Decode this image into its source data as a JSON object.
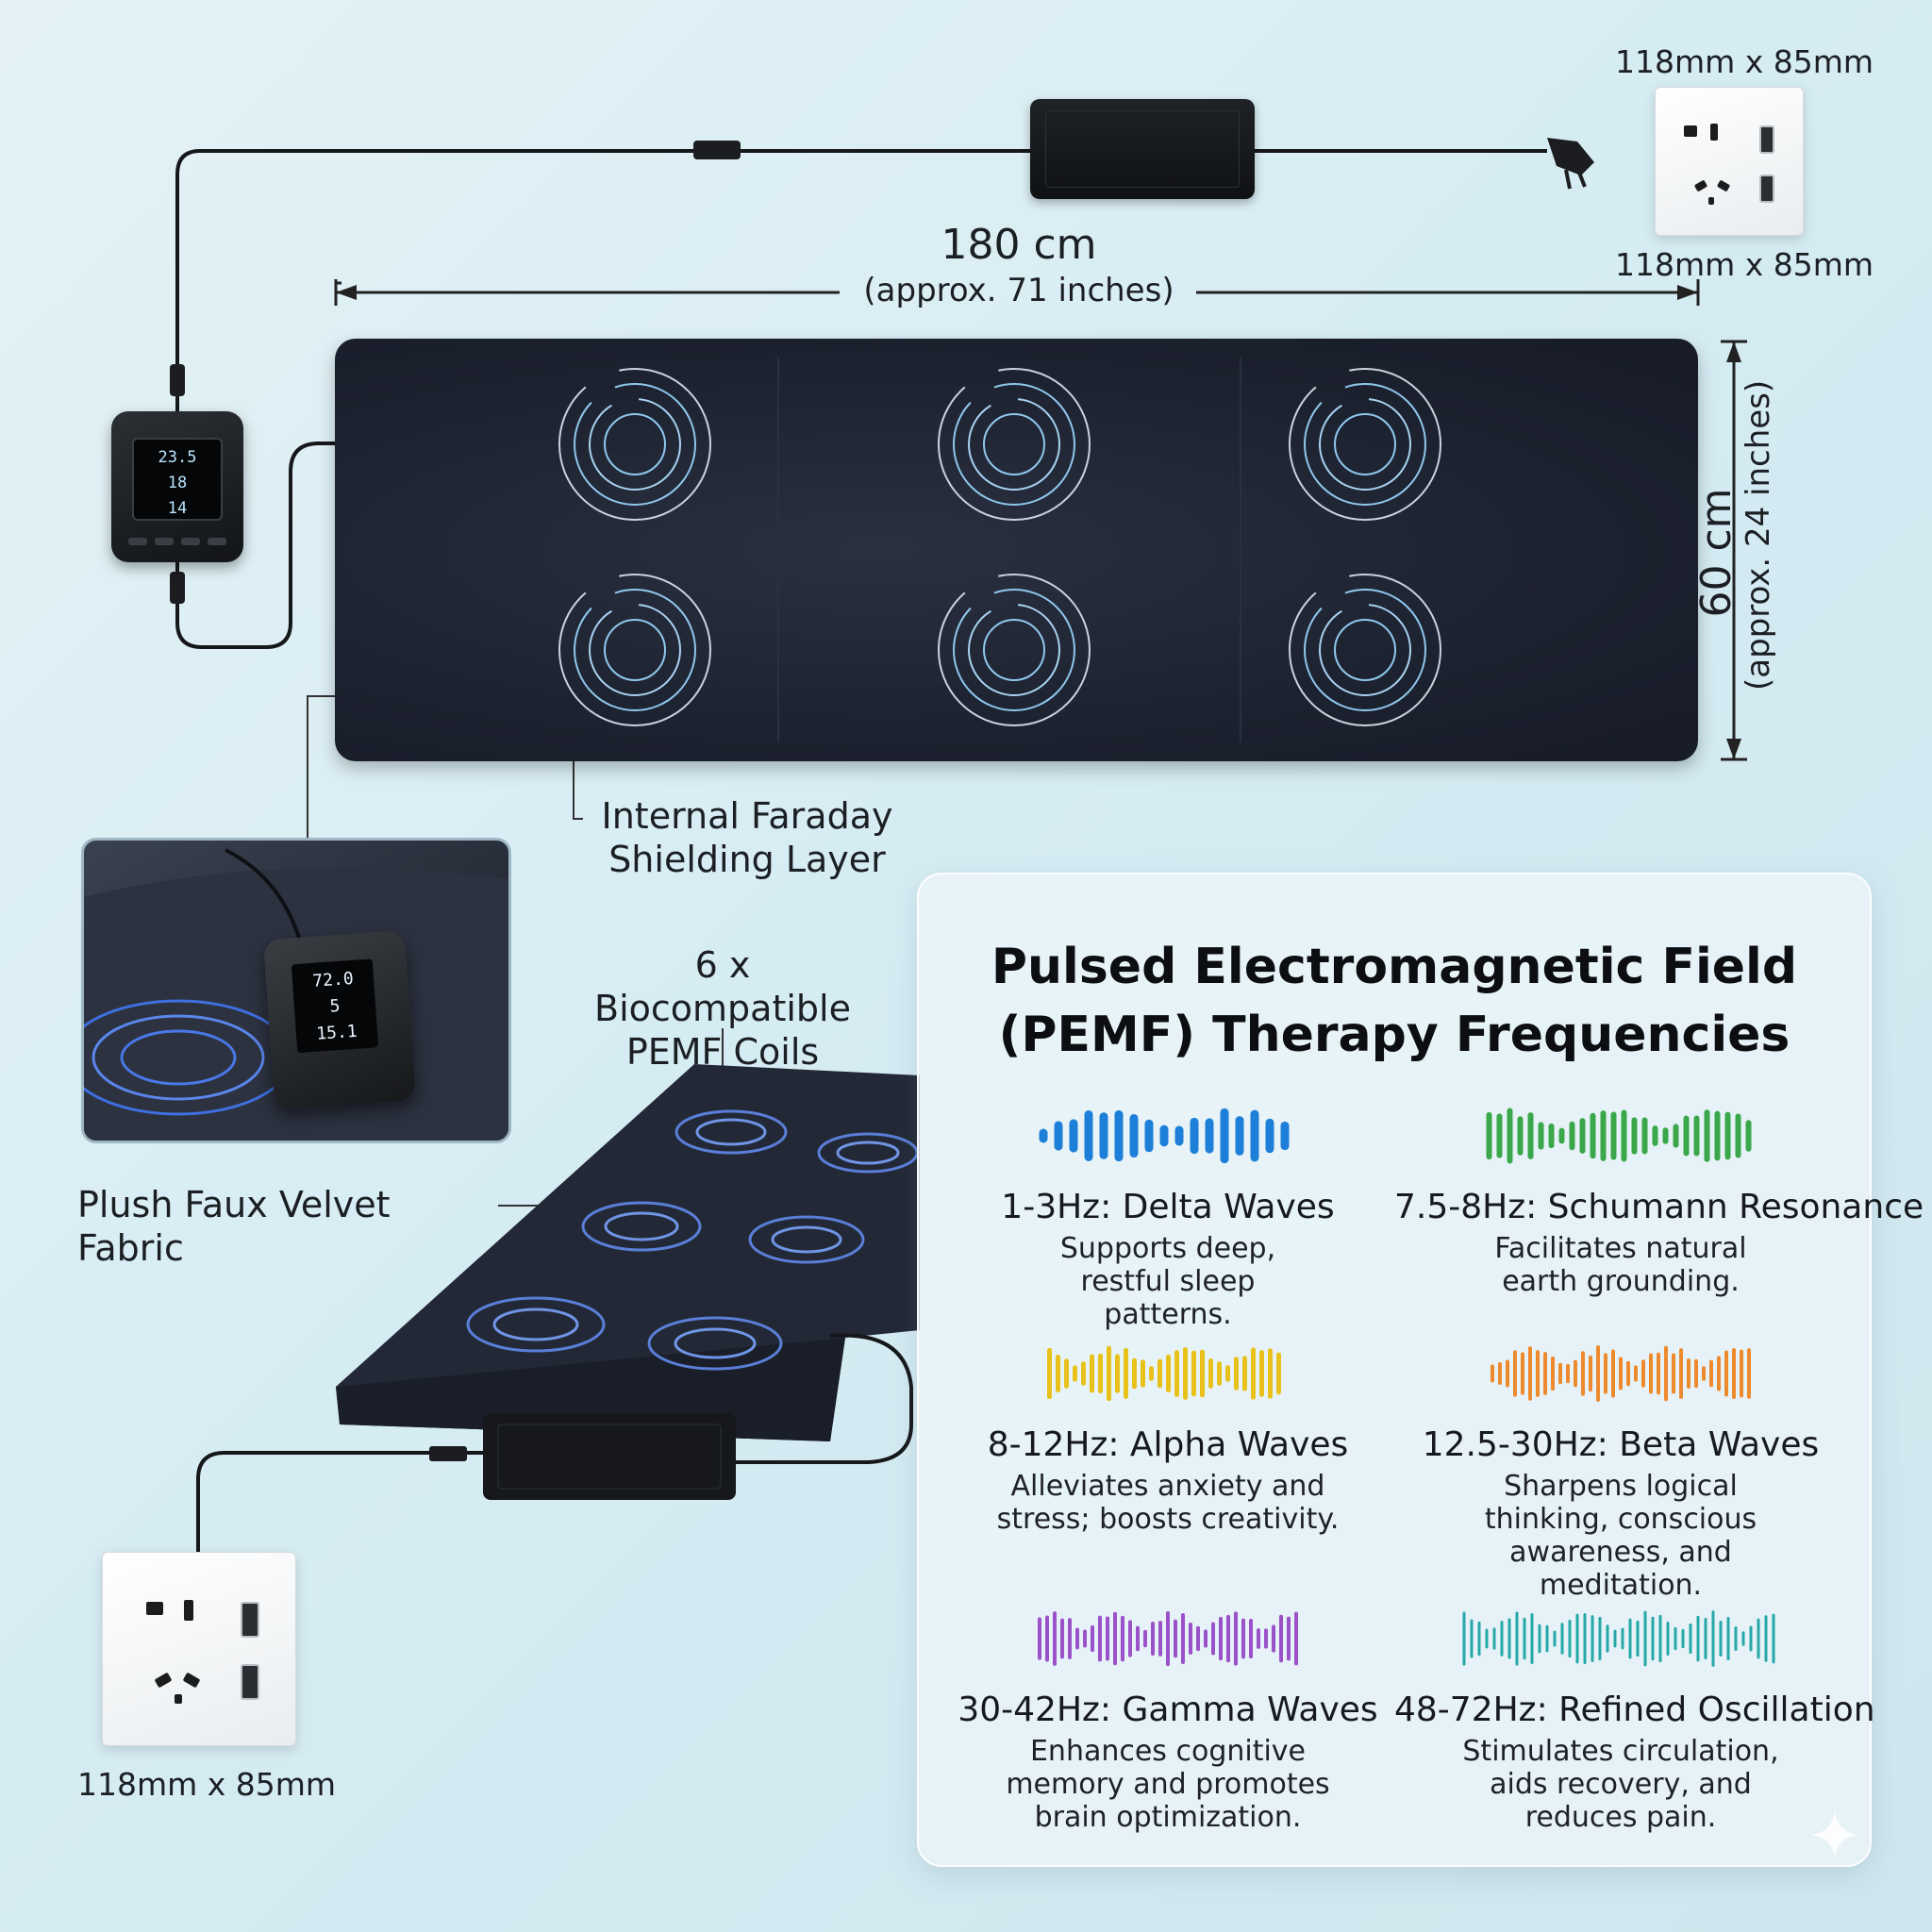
{
  "dimensions": {
    "length": "180 cm",
    "length_approx": "(approx. 71 inches)",
    "width": "60 cm",
    "width_approx": "(approx. 24 inches)"
  },
  "outlet_sizes": {
    "top_above": "118mm x 85mm",
    "top_below": "118mm x 85mm",
    "bottom": "118mm x 85mm"
  },
  "controller_top": {
    "line1": "23.5",
    "line2": "18",
    "line3": "14"
  },
  "controller_inset": {
    "line1": "72.0",
    "line2": "5",
    "line3": "15.1"
  },
  "callouts": {
    "faraday_line1": "Internal Faraday",
    "faraday_line2": "Shielding Layer",
    "coils_line1": "6 x Biocompatible",
    "coils_line2": "PEMF Coils",
    "fabric": "Plush Faux Velvet Fabric"
  },
  "panel": {
    "title_line1": "Pulsed Electromagnetic Field",
    "title_line2": "(PEMF) Therapy Frequencies",
    "frequencies": [
      {
        "name": "1-3Hz: Delta Waves",
        "desc": "Supports deep, restful sleep patterns.",
        "color": "#1e7fd8",
        "icon": "waveform-icon"
      },
      {
        "name": "7.5-8Hz: Schumann Resonance",
        "desc": "Facilitates natural earth grounding.",
        "color": "#3aa84a",
        "icon": "waveform-icon"
      },
      {
        "name": "8-12Hz: Alpha Waves",
        "desc": "Alleviates anxiety and stress; boosts creativity.",
        "color": "#e8c21a",
        "icon": "waveform-icon"
      },
      {
        "name": "12.5-30Hz: Beta Waves",
        "desc": "Sharpens logical thinking, conscious awareness, and meditation.",
        "color": "#ee8a2e",
        "icon": "waveform-icon"
      },
      {
        "name": "30-42Hz: Gamma Waves",
        "desc": "Enhances cognitive memory and promotes brain optimization.",
        "color": "#9b52c9",
        "icon": "waveform-icon"
      },
      {
        "name": "48-72Hz: Refined Oscillation",
        "desc": "Stimulates circulation, aids recovery, and reduces pain.",
        "color": "#26a8a8",
        "icon": "waveform-icon"
      }
    ]
  },
  "colors": {
    "background": "#d6ecf3",
    "mat": "#1d2230",
    "coil_glow": "#8fc8ee"
  }
}
